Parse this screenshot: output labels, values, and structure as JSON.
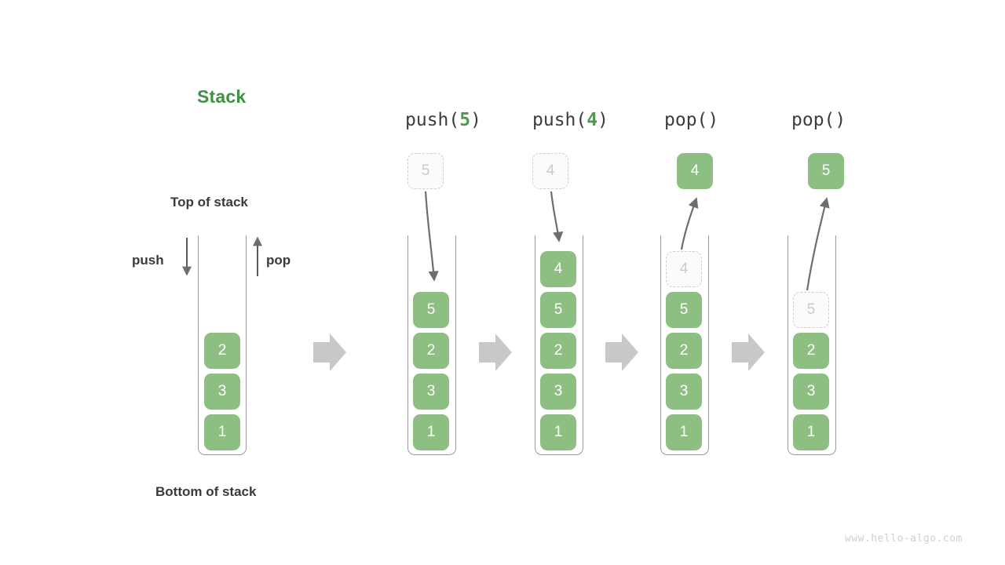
{
  "diagram": {
    "title": "Stack",
    "top_label": "Top of stack",
    "bottom_label": "Bottom of stack",
    "push_label": "push",
    "pop_label": "pop",
    "watermark": "www.hello-algo.com",
    "colors": {
      "element_green": "#8ebf82",
      "title_green": "#3f9242",
      "arg_green": "#4a9b4e",
      "ghost_fill": "#fbfbfb",
      "ghost_border": "#cfcfcf",
      "ghost_text": "#cacaca",
      "frame_gray": "#9a9a9a",
      "arrow_gray": "#6e6e6e",
      "block_arrow_gray": "#c8c8c8",
      "text_dark": "#3a3a3a",
      "watermark_gray": "#cfcfcf"
    }
  },
  "stages": [
    {
      "id": "initial",
      "op_label": "",
      "op_name": "",
      "op_arg": "",
      "elements": [
        {
          "value": "2",
          "state": "filled"
        },
        {
          "value": "3",
          "state": "filled"
        },
        {
          "value": "1",
          "state": "filled"
        }
      ],
      "floating": null
    },
    {
      "id": "push-5",
      "op_label": "push(5)",
      "op_name": "push",
      "op_arg": "5",
      "elements": [
        {
          "value": "5",
          "state": "filled"
        },
        {
          "value": "2",
          "state": "filled"
        },
        {
          "value": "3",
          "state": "filled"
        },
        {
          "value": "1",
          "state": "filled"
        }
      ],
      "floating": {
        "value": "5",
        "state": "ghost",
        "direction": "in"
      }
    },
    {
      "id": "push-4",
      "op_label": "push(4)",
      "op_name": "push",
      "op_arg": "4",
      "elements": [
        {
          "value": "4",
          "state": "filled"
        },
        {
          "value": "5",
          "state": "filled"
        },
        {
          "value": "2",
          "state": "filled"
        },
        {
          "value": "3",
          "state": "filled"
        },
        {
          "value": "1",
          "state": "filled"
        }
      ],
      "floating": {
        "value": "4",
        "state": "ghost",
        "direction": "in"
      }
    },
    {
      "id": "pop-1",
      "op_label": "pop()",
      "op_name": "pop",
      "op_arg": "",
      "elements": [
        {
          "value": "4",
          "state": "ghost"
        },
        {
          "value": "5",
          "state": "filled"
        },
        {
          "value": "2",
          "state": "filled"
        },
        {
          "value": "3",
          "state": "filled"
        },
        {
          "value": "1",
          "state": "filled"
        }
      ],
      "floating": {
        "value": "4",
        "state": "filled",
        "direction": "out"
      }
    },
    {
      "id": "pop-2",
      "op_label": "pop()",
      "op_name": "pop",
      "op_arg": "",
      "elements": [
        {
          "value": "5",
          "state": "ghost"
        },
        {
          "value": "2",
          "state": "filled"
        },
        {
          "value": "3",
          "state": "filled"
        },
        {
          "value": "1",
          "state": "filled"
        }
      ],
      "floating": {
        "value": "5",
        "state": "filled",
        "direction": "out"
      }
    }
  ],
  "transitions": [
    {
      "from": "initial",
      "to": "push-5"
    },
    {
      "from": "push-5",
      "to": "push-4"
    },
    {
      "from": "push-4",
      "to": "pop-1"
    },
    {
      "from": "pop-1",
      "to": "pop-2"
    }
  ]
}
